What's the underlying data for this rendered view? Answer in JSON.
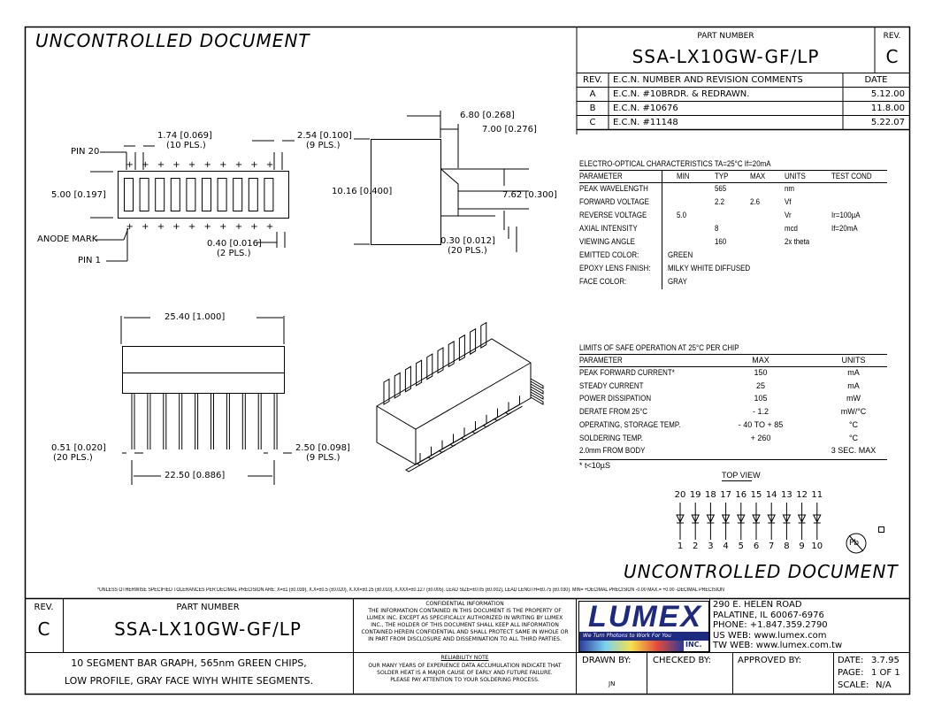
{
  "watermark": "UNCONTROLLED DOCUMENT",
  "watermark_bottom": "UNCONTROLLED DOCUMENT",
  "rev_box": {
    "part_number_label": "PART NUMBER",
    "part_number": "SSA-LX10GW-GF/LP",
    "rev_label": "REV.",
    "rev": "C",
    "headers": {
      "rev": "REV.",
      "ecn": "E.C.N. NUMBER AND REVISION COMMENTS",
      "date": "DATE"
    },
    "rows": [
      {
        "rev": "A",
        "ecn": "E.C.N. #10BRDR. & REDRAWN.",
        "date": "5.12.00"
      },
      {
        "rev": "B",
        "ecn": "E.C.N. #10676",
        "date": "11.8.00"
      },
      {
        "rev": "C",
        "ecn": "E.C.N. #11148",
        "date": "5.22.07"
      }
    ]
  },
  "dims": {
    "d174": "1.74 [0.069]",
    "d174b": "(10 PLS.)",
    "d254": "2.54 [0.100]",
    "d254b": "(9 PLS.)",
    "pin20": "PIN 20",
    "d500": "5.00 [0.197]",
    "anode": "ANODE MARK",
    "pin1": "PIN 1",
    "d040": "0.40 [0.016]",
    "d040b": "(2 PLS.)",
    "d680": "6.80 [0.268]",
    "d700": "7.00 [0.276]",
    "d1016": "10.16 [0.400]",
    "d762": "7.62 [0.300]",
    "d030": "0.30 [0.012]",
    "d030b": "(20 PLS.)",
    "d2540": "25.40 [1.000]",
    "d051": "0.51 [0.020]",
    "d051b": "(20 PLS.)",
    "d250": "2.50 [0.098]",
    "d250b": "(9 PLS.)",
    "d2250": "22.50 [0.886]"
  },
  "eo": {
    "title": "ELECTRO-OPTICAL CHARACTERISTICS TA=25°C     If=20mA",
    "headers": [
      "PARAMETER",
      "MIN",
      "TYP",
      "MAX",
      "UNITS",
      "TEST COND"
    ],
    "rows": [
      [
        "PEAK WAVELENGTH",
        "",
        "565",
        "",
        "nm",
        ""
      ],
      [
        "FORWARD VOLTAGE",
        "",
        "2.2",
        "2.6",
        "Vf",
        ""
      ],
      [
        "REVERSE VOLTAGE",
        "5.0",
        "",
        "",
        "Vr",
        "Ir=100µA"
      ],
      [
        "AXIAL INTENSITY",
        "",
        "8",
        "",
        "mcd",
        "If=20mA"
      ],
      [
        "VIEWING ANGLE",
        "",
        "160",
        "",
        "2x theta",
        ""
      ]
    ],
    "extra": [
      {
        "label": "EMITTED COLOR:",
        "value": "GREEN"
      },
      {
        "label": "EPOXY LENS FINISH:",
        "value": "MILKY WHITE DIFFUSED"
      },
      {
        "label": "FACE COLOR:",
        "value": "GRAY"
      }
    ]
  },
  "limits": {
    "title": "LIMITS OF SAFE OPERATION AT 25°C PER CHIP",
    "headers": [
      "PARAMETER",
      "MAX",
      "UNITS"
    ],
    "rows": [
      [
        "PEAK FORWARD CURRENT*",
        "150",
        "mA"
      ],
      [
        "STEADY CURRENT",
        "25",
        "mA"
      ],
      [
        "POWER DISSIPATION",
        "105",
        "mW"
      ],
      [
        "DERATE FROM 25°C",
        "- 1.2",
        "mW/°C"
      ],
      [
        "OPERATING, STORAGE TEMP.",
        "- 40 TO + 85",
        "°C"
      ],
      [
        "SOLDERING TEMP.",
        "+ 260",
        "°C"
      ],
      [
        "2.0mm FROM BODY",
        "",
        "3 SEC. MAX"
      ]
    ],
    "footnote": "* t<10µS"
  },
  "topview": {
    "label": "TOP VIEW",
    "top_pins": [
      "20",
      "19",
      "18",
      "17",
      "16",
      "15",
      "14",
      "13",
      "12",
      "11"
    ],
    "bottom_pins": [
      "1",
      "2",
      "3",
      "4",
      "5",
      "6",
      "7",
      "8",
      "9",
      "10"
    ],
    "pb": "Pb"
  },
  "tolerance": "*UNLESS OTHERWISE SPECIFIED TOLERANCES PER DECIMAL PRECISION ARE: X=±1 (±0.039), X.X=±0.5 (±0.020), X.XX=±0.25 (±0.010), X.XXX=±0.127 (±0.005).   LEAD SIZE=±0.05 (±0.002), LEAD LENGTH=±0.75 (±0.030).  MIN= +DECIMAL PRECISION -0.00   MAX.= +0.00 -DECIMAL PRECISION",
  "title_block": {
    "rev_label": "REV.",
    "rev": "C",
    "part_number_label": "PART NUMBER",
    "part_number": "SSA-LX10GW-GF/LP",
    "desc1": "10 SEGMENT BAR GRAPH, 565nm GREEN CHIPS,",
    "desc2": "LOW PROFILE, GRAY FACE WIYH WHITE SEGMENTS.",
    "confidential_title": "CONFIDENTIAL INFORMATION",
    "confidential": [
      "THE INFORMATION CONTAINED IN THIS DOCUMENT IS THE PROPERTY OF",
      "LUMEX INC.  EXCEPT AS SPECIFICALLY AUTHORIZED IN WRITING BY LUMEX",
      "INC., THE HOLDER OF THIS DOCUMENT SHALL KEEP ALL INFORMATION",
      "CONTAINED HEREIN CONFIDENTIAL AND SHALL PROTECT SAME IN WHOLE OR",
      "IN PART FROM DISCLOSURE AND DISSEMINATION TO ALL THIRD PARTIES."
    ],
    "reliability_title": "RELIABILITY NOTE",
    "reliability": [
      "OUR MANY YEARS OF EXPERIENCE DATA ACCUMULATION INDICATE THAT",
      "SOLDER HEAT IS A MAJOR CAUSE OF EARLY AND FUTURE FAILURE.",
      "PLEASE PAY ATTENTION TO YOUR SOLDERING PROCESS."
    ],
    "logo": "LUMEX",
    "logo_tagline": "We Turn Photons to Work For You",
    "logo_inc": "INC.",
    "address": [
      "290 E. HELEN ROAD",
      "PALATINE, IL  60067-6976",
      "PHONE: +1.847.359.2790",
      "US WEB: www.lumex.com",
      "TW WEB: www.lumex.com.tw"
    ],
    "drawn_by_label": "DRAWN BY:",
    "drawn_by": "JN",
    "checked_by_label": "CHECKED BY:",
    "approved_by_label": "APPROVED BY:",
    "date_label": "DATE:",
    "date": "3.7.95",
    "page_label": "PAGE:",
    "page": "1 OF 1",
    "scale_label": "SCALE:",
    "scale": "N/A"
  }
}
